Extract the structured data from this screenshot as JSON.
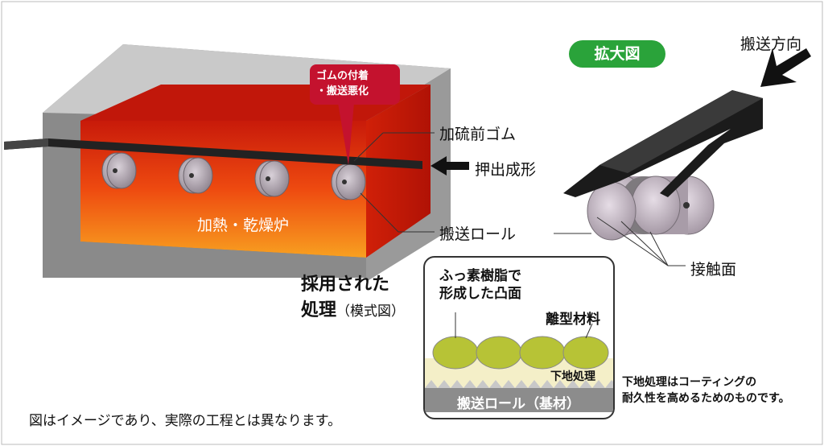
{
  "labels": {
    "zoom_badge": "拡大図",
    "direction": "搬送方向",
    "red_callout_line1": "ゴムの付着",
    "red_callout_line2": "・搬送悪化",
    "unvulcanized_rubber": "加硫前ゴム",
    "extrusion": "押出成形",
    "oven": "加熱・乾燥炉",
    "conveyor_roll": "搬送ロール",
    "contact_surface": "接触面",
    "adopted_line1": "採用された",
    "adopted_line2": "処理",
    "adopted_sub": "（模式図）",
    "fluoro_line1": "ふっ素樹脂で",
    "fluoro_line2": "形成した凸面",
    "release_material": "離型材料",
    "primer": "下地処理",
    "base_roll": "搬送ロール（基材）",
    "primer_note_line1": "下地処理はコーティングの",
    "primer_note_line2": "耐久性を高めるためのものです。",
    "disclaimer": "図はイメージであり、実際の工程とは異なります。"
  },
  "colors": {
    "accent_green": "#2aa33a",
    "accent_red": "#c4122e",
    "furnace_hot": "#e03a10",
    "rubber": "#222222"
  }
}
